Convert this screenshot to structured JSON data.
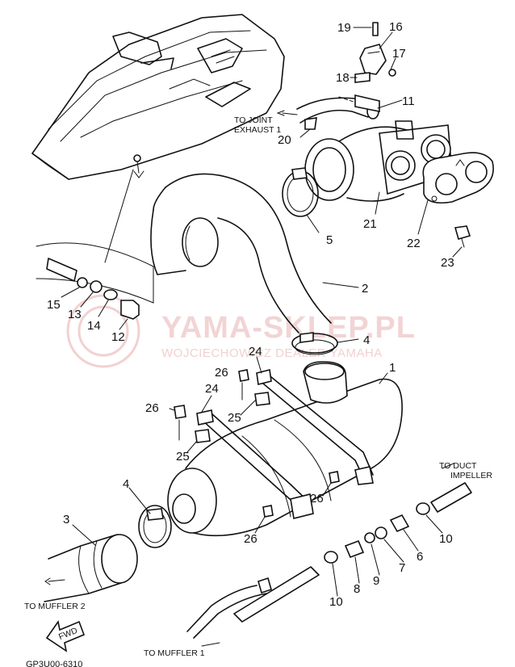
{
  "watermark": {
    "title": "YAMA-SKLEP.PL",
    "subtitle": "WOJCIECHOWICZ DEALER YAMAHA"
  },
  "callouts": {
    "c19": "19",
    "c16": "16",
    "c17": "17",
    "c18": "18",
    "c11": "11",
    "c20": "20",
    "c21": "21",
    "c22": "22",
    "c23": "23",
    "c5": "5",
    "c2": "2",
    "c15": "15",
    "c13": "13",
    "c14": "14",
    "c12": "12",
    "c4a": "4",
    "c24a": "24",
    "c26a": "26",
    "c1": "1",
    "c26b": "26",
    "c24b": "24",
    "c25a": "25",
    "c25b": "25",
    "c4b": "4",
    "c26c": "26",
    "c26d": "26",
    "c3": "3",
    "c10a": "10",
    "c6": "6",
    "c7": "7",
    "c9": "9",
    "c8": "8",
    "c10b": "10"
  },
  "captions": {
    "to_joint_l1": "TO JOINT",
    "to_joint_l2": "EXHAUST 1",
    "to_duct_l1": "TO DUCT",
    "to_duct_l2": "IMPELLER",
    "to_muffler_2": "TO MUFFLER 2",
    "to_muffler_1": "TO MUFFLER 1",
    "fwd": "FWD",
    "drawing_code": "GP3U00-6310"
  },
  "colors": {
    "line": "#111111",
    "watermark": "#e9b1b1"
  }
}
